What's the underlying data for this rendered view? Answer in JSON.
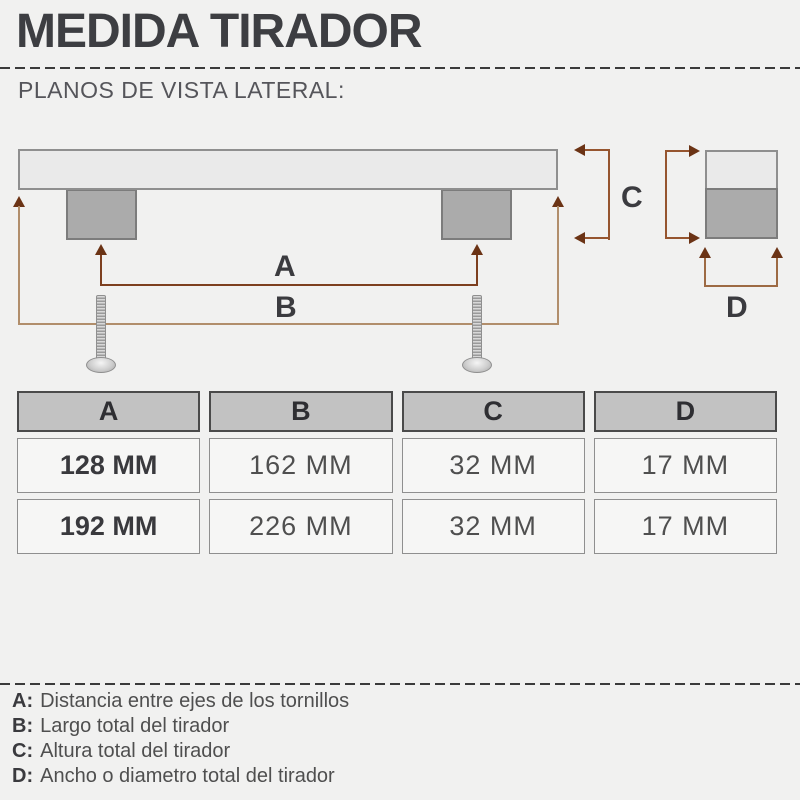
{
  "title": "MEDIDA TIRADOR",
  "subtitle": "PLANOS DE VISTA LATERAL:",
  "colors": {
    "background": "#f1f1f0",
    "dim_a_line": "#7d3f1f",
    "dim_b_line": "#b18e6b",
    "dim_c_line": "#96552f",
    "dim_d_line": "#9d6a44",
    "arrowhead": "#6b3315",
    "handle_bar_fill": "#eaeaea",
    "handle_post_fill": "#ababab",
    "table_header_fill": "#c2c2c2"
  },
  "diagram": {
    "labels": {
      "a": "A",
      "b": "B",
      "c": "C",
      "d": "D"
    }
  },
  "table": {
    "headers": [
      "A",
      "B",
      "C",
      "D"
    ],
    "rows": [
      [
        "128 MM",
        "162 MM",
        "32 MM",
        "17 MM"
      ],
      [
        "192 MM",
        "226 MM",
        "32 MM",
        "17 MM"
      ]
    ]
  },
  "legend": {
    "items": [
      {
        "label": "A:",
        "text": "Distancia entre ejes de los tornillos"
      },
      {
        "label": "B:",
        "text": "Largo total del tirador"
      },
      {
        "label": "C:",
        "text": "Altura total del tirador"
      },
      {
        "label": "D:",
        "text": "Ancho o diametro total del tirador"
      }
    ]
  }
}
